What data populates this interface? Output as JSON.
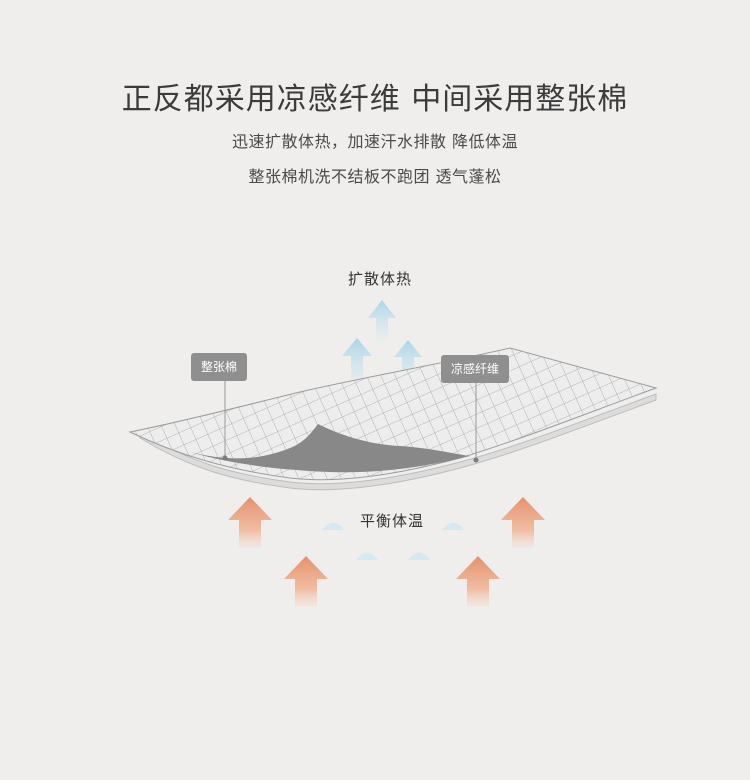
{
  "header": {
    "title": "正反都采用凉感纤维 中间采用整张棉",
    "line1": "迅速扩散体热，加速汗水排散 降低体温",
    "line2": "整张棉机洗不结板不跑团 透气蓬松"
  },
  "diagram": {
    "label_top": "扩散体热",
    "label_middle": "平衡体温",
    "tag_left": "整张棉",
    "tag_right": "凉感纤维"
  },
  "colors": {
    "background": "#efeeec",
    "warm_arrow": "#e89a76",
    "cool_arrow": "#a9d4ea",
    "tag_bg": "#8f8f8f"
  }
}
